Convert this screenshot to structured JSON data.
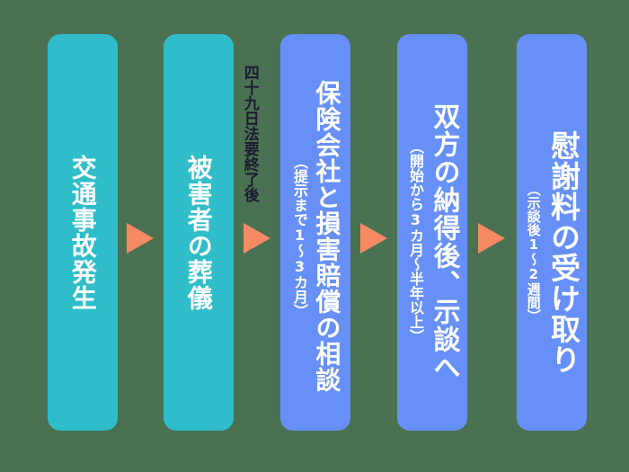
{
  "colors": {
    "background": "#4b7153",
    "teal": "#2fbdc9",
    "blue": "#6690f7",
    "arrow": "#f58a63",
    "annotation_text": "#1b1b2f",
    "pill_text": "#ffffff"
  },
  "flow": {
    "annotation": "四十九日法要終了後",
    "steps": [
      {
        "label": "交通事故発生",
        "note": "",
        "color": "teal"
      },
      {
        "label": "被害者の葬儀",
        "note": "",
        "color": "teal"
      },
      {
        "label": "保険会社と損害賠償の相談",
        "note": "（提示まで1〜3カ月）",
        "color": "blue"
      },
      {
        "label": "双方の納得後、示談へ",
        "note": "（開始から3カ月〜半年以上）",
        "color": "blue"
      },
      {
        "label": "慰謝料の受け取り",
        "note": "（示談後1〜2週間）",
        "color": "blue"
      }
    ]
  }
}
